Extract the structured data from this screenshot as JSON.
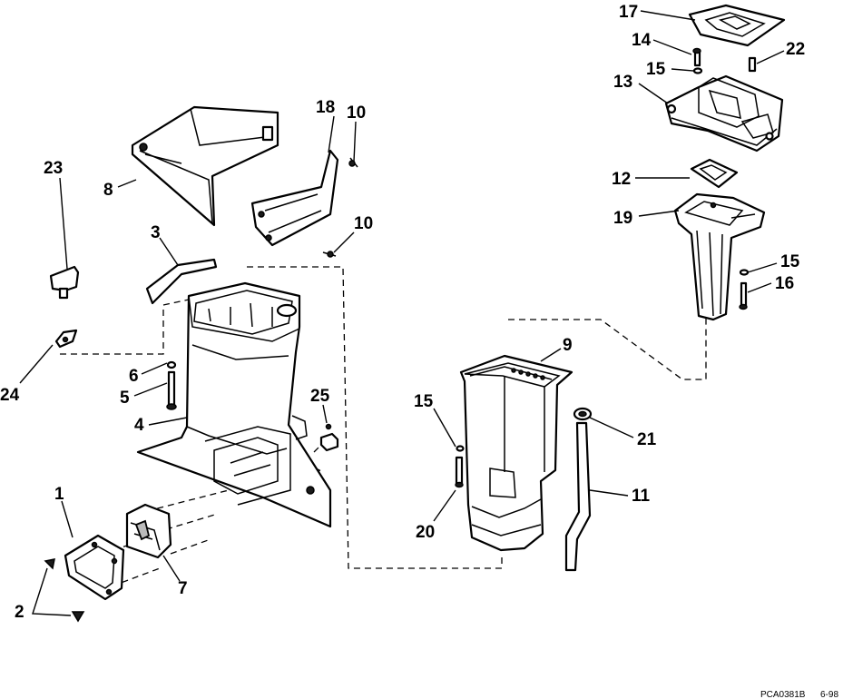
{
  "callouts": {
    "c1": "1",
    "c2": "2",
    "c3": "3",
    "c4": "4",
    "c5": "5",
    "c6": "6",
    "c7": "7",
    "c8": "8",
    "c9": "9",
    "c10a": "10",
    "c10b": "10",
    "c11": "11",
    "c12": "12",
    "c13": "13",
    "c14": "14",
    "c15a": "15",
    "c15b": "15",
    "c15c": "15",
    "c16": "16",
    "c17": "17",
    "c18": "18",
    "c19": "19",
    "c20": "20",
    "c21": "21",
    "c22": "22",
    "c23": "23",
    "c24": "24",
    "c25": "25"
  },
  "footer": {
    "code": "PCA0381B",
    "date": "6-98"
  }
}
